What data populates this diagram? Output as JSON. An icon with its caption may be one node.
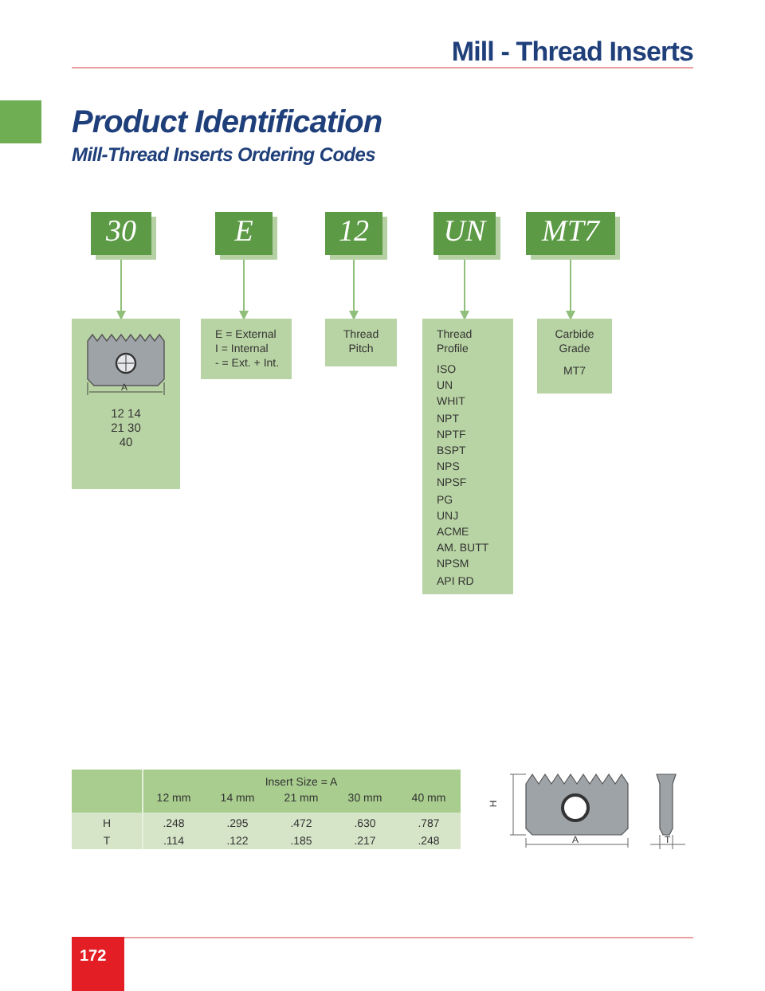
{
  "diagram": {
    "title": "Product Identification",
    "nodes": [
      {
        "text": [
          "30"
        ]
      },
      {
        "text": [
          "E"
        ]
      },
      {
        "text": [
          "12"
        ]
      },
      {
        "text": [
          "UN"
        ]
      },
      {
        "text": [
          "MT7"
        ]
      },
      {
        "text": [
          "A",
          "12 14 21 30 40"
        ]
      },
      {
        "text": [
          "E = External",
          "I = Internal",
          "- = Ext. + Int."
        ]
      },
      {
        "text": [
          "Thread Pitch"
        ]
      },
      {
        "text": [
          "Thread Profile",
          "ISO",
          "UN",
          "WHIT",
          "NPT",
          "NPTF",
          "BSPT",
          "NPS",
          "NPSF",
          "PG",
          "UNJ",
          "ACME",
          "AM. BUTT",
          "NPSM",
          "API RD"
        ]
      },
      {
        "text": [
          "Carbide Grade",
          "MT7"
        ]
      }
    ],
    "edges": [
      {
        "from": 0,
        "to": 5,
        "arrow": "to"
      },
      {
        "from": 1,
        "to": 6,
        "arrow": "to"
      },
      {
        "from": 2,
        "to": 7,
        "arrow": "to"
      },
      {
        "from": 3,
        "to": 8,
        "arrow": "to"
      },
      {
        "from": 4,
        "to": 9,
        "arrow": "to"
      }
    ],
    "labels": [
      "Mill - Thread Inserts",
      "Mill-Thread Inserts Ordering Codes",
      "Insert Size = A",
      "12 mm",
      "14 mm",
      "21 mm",
      "30 mm",
      "40 mm",
      "H",
      ".248",
      ".295",
      ".472",
      ".630",
      ".787",
      "T",
      ".114",
      ".122",
      ".185",
      ".217",
      ".248",
      "H",
      "A",
      "T",
      "172"
    ]
  }
}
